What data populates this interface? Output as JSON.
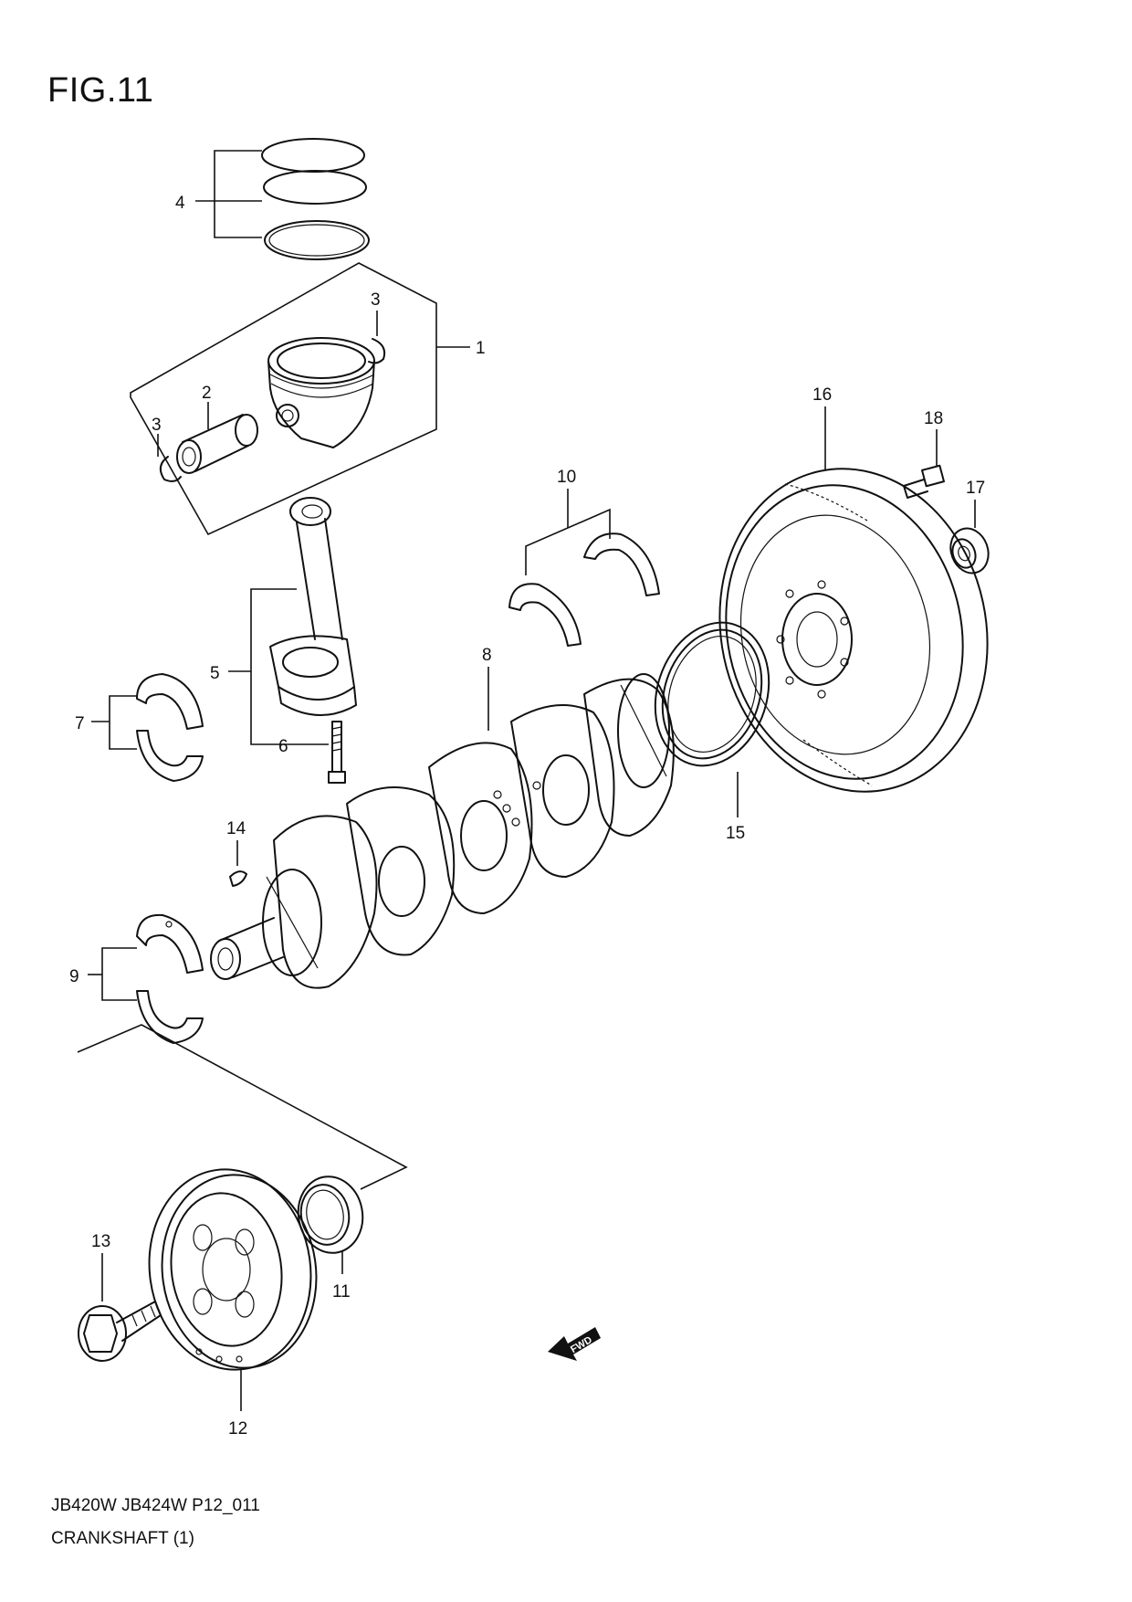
{
  "figure": {
    "title": "FIG.11"
  },
  "footer": {
    "code": "JB420W JB424W P12_011",
    "caption": "CRANKSHAFT (1)"
  },
  "fwd_arrow": {
    "label": "FWD"
  },
  "callouts": {
    "c1": "1",
    "c2": "2",
    "c3a": "3",
    "c3b": "3",
    "c4": "4",
    "c5": "5",
    "c6": "6",
    "c7": "7",
    "c8": "8",
    "c9": "9",
    "c10": "10",
    "c11": "11",
    "c12": "12",
    "c13": "13",
    "c14": "14",
    "c15": "15",
    "c16": "16",
    "c17": "17",
    "c18": "18"
  }
}
